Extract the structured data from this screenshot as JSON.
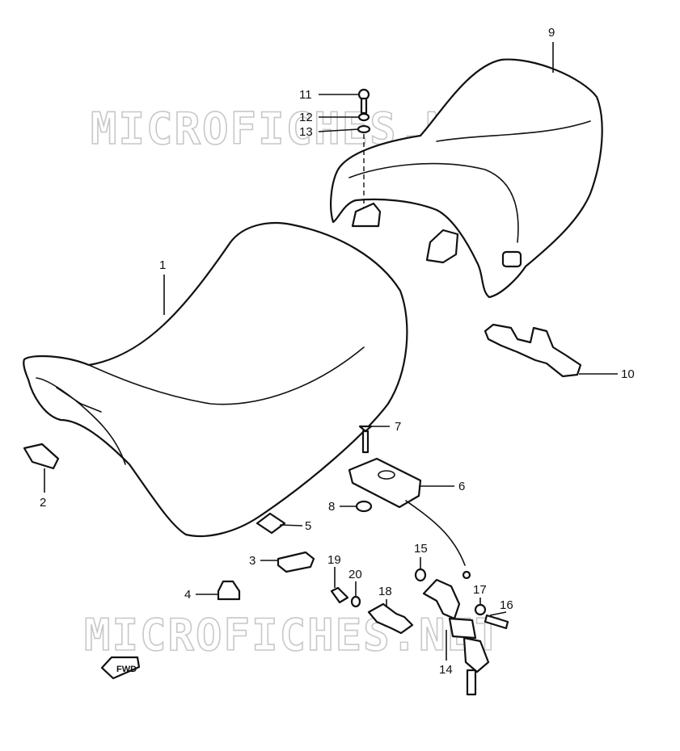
{
  "watermark": "MICROFICHES.NET",
  "direction_label": "FWD",
  "callouts": [
    "1",
    "2",
    "3",
    "4",
    "5",
    "6",
    "7",
    "8",
    "9",
    "10",
    "11",
    "12",
    "13",
    "14",
    "15",
    "16",
    "17",
    "18",
    "19",
    "20"
  ]
}
